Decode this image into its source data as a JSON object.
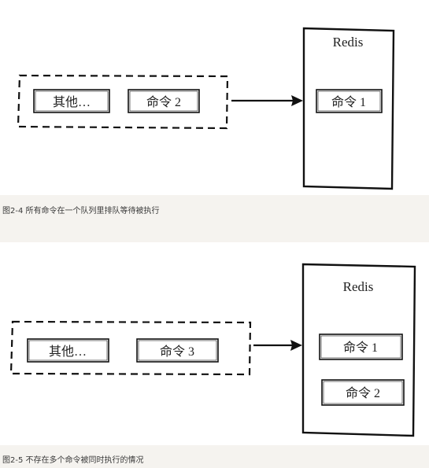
{
  "figure1": {
    "server_label": "Redis",
    "queue": [
      "其他…",
      "命令 2"
    ],
    "executing": [
      "命令 1"
    ],
    "caption": "图2-4 所有命令在一个队列里排队等待被执行"
  },
  "figure2": {
    "server_label": "Redis",
    "queue": [
      "其他…",
      "命令 3"
    ],
    "executing": [
      "命令 1",
      "命令 2"
    ],
    "caption": "图2-5 不存在多个命令被同时执行的情况"
  }
}
